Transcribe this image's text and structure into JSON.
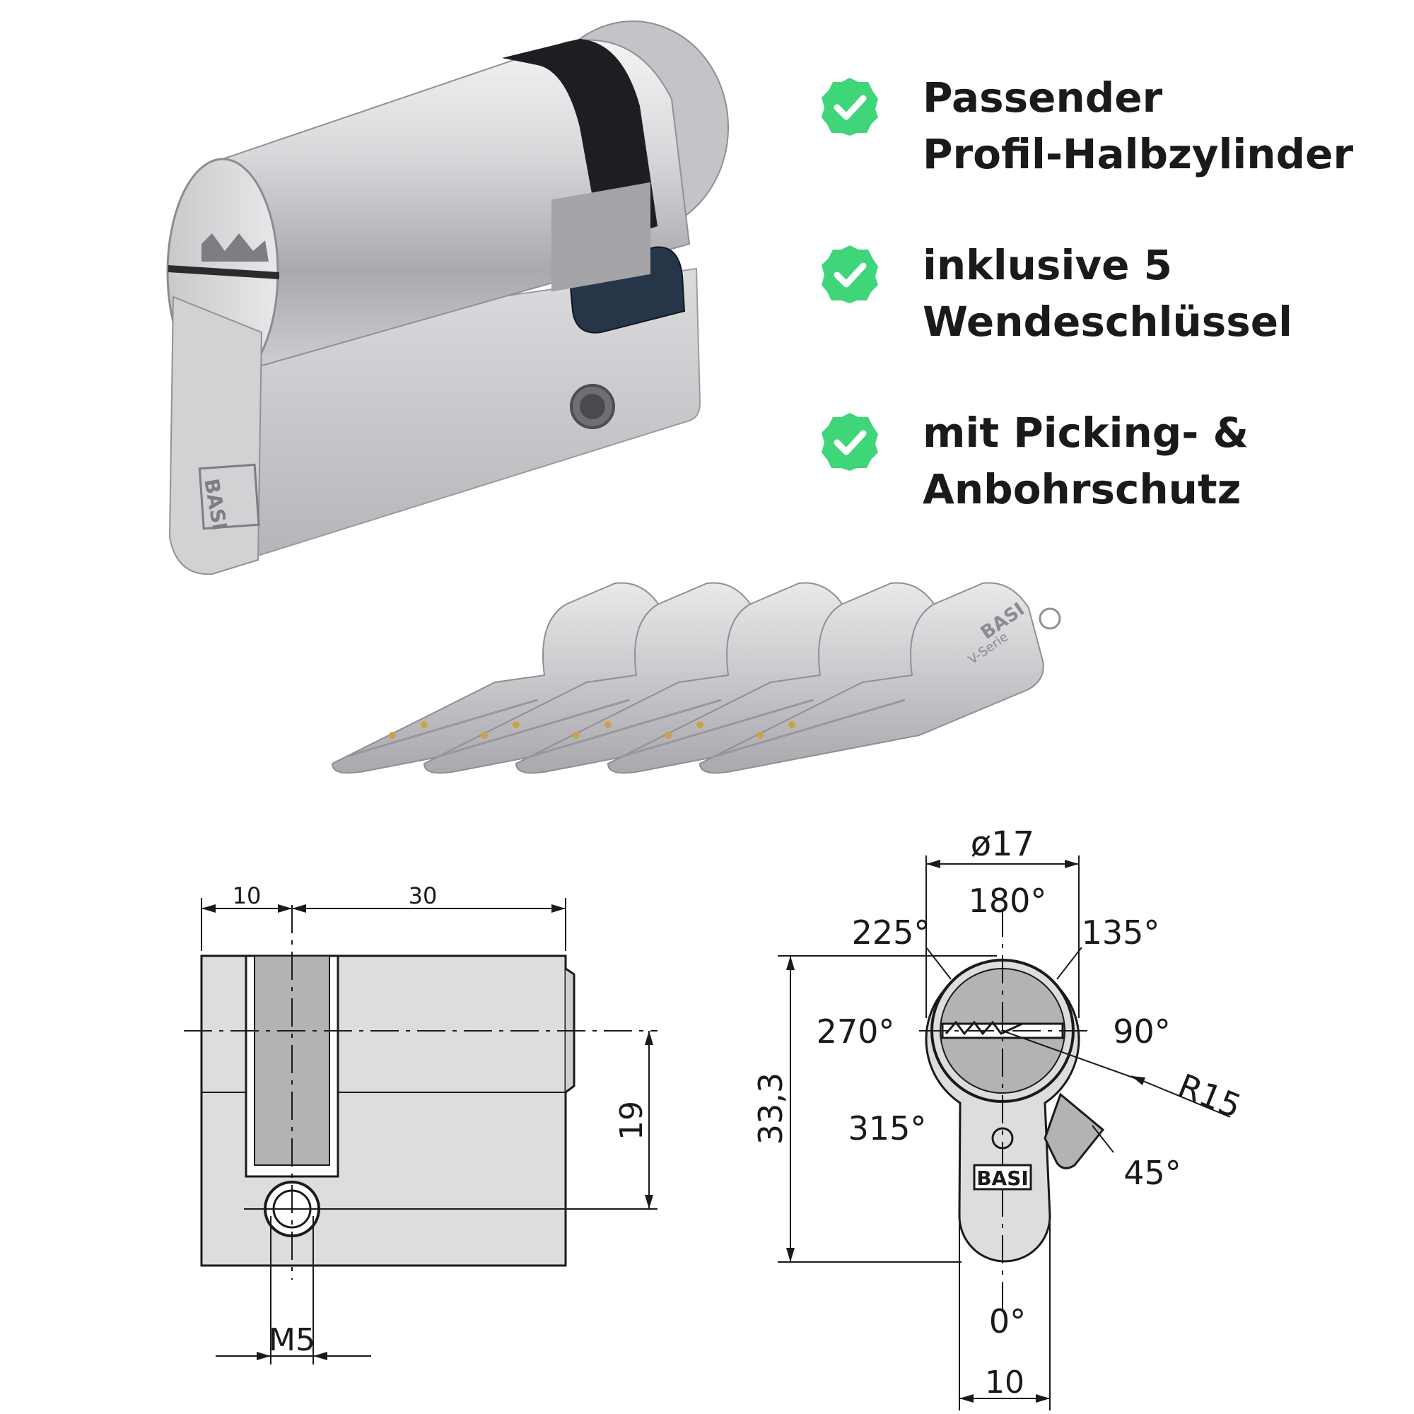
{
  "features": [
    {
      "line1": "Passender",
      "line2": "Profil-Halbzylinder",
      "icon": "check-icon"
    },
    {
      "line1": "inklusive 5",
      "line2": "Wendeschlüssel",
      "icon": "check-icon"
    },
    {
      "line1": "mit Picking- &",
      "line2": "Anbohrschutz",
      "icon": "check-icon"
    }
  ],
  "product": {
    "brand": "BASI",
    "key_marking": "V-Serie",
    "key_count": 5
  },
  "side_drawing": {
    "dim_10": "10",
    "dim_30": "30",
    "dim_19": "19",
    "thread": "M5"
  },
  "front_drawing": {
    "diameter": "ø17",
    "angle_0": "0°",
    "angle_45": "45°",
    "angle_90": "90°",
    "angle_135": "135°",
    "angle_180": "180°",
    "angle_225": "225°",
    "angle_270": "270°",
    "angle_315": "315°",
    "height": "33,3",
    "radius": "R15",
    "width": "10",
    "brand": "BASI"
  },
  "colors": {
    "check_green": "#3fd67a",
    "silver_light": "#e4e4e6",
    "silver_mid": "#b9b9bd",
    "silver_dark": "#7e7e84",
    "cam_dark": "#1f2a36",
    "drawing_fill": "#dddddd",
    "drawing_shade": "#b3b3b3"
  }
}
